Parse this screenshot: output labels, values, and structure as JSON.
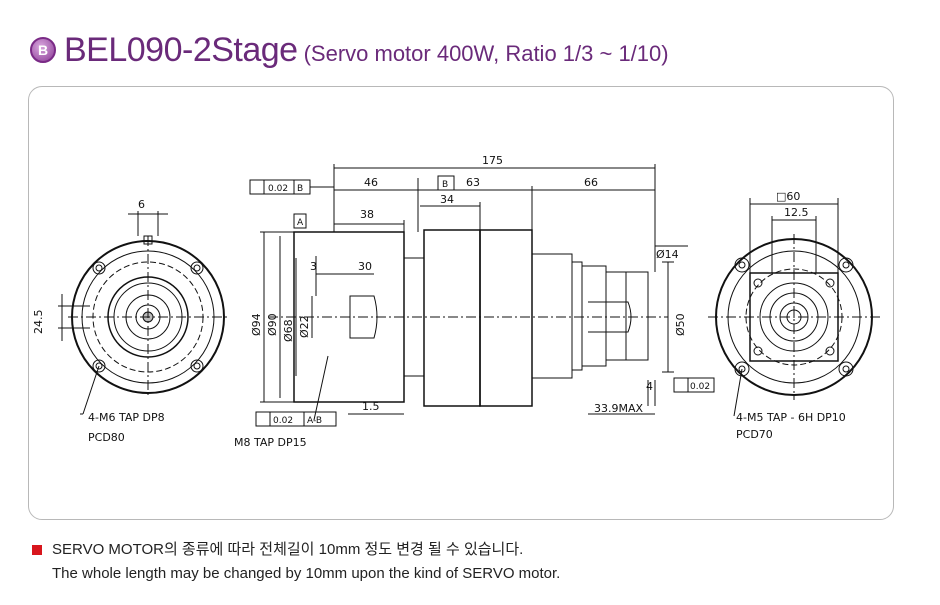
{
  "title": {
    "badge_letter": "B",
    "main": "BEL090-2Stage",
    "sub": "(Servo motor 400W, Ratio 1/3 ~ 1/10)",
    "color": "#6a2a7a"
  },
  "drawing": {
    "left_view": {
      "top_dim": "6",
      "side_dim": "24.5",
      "tap_label": "4-M6 TAP DP8",
      "pcd_label": "PCD80"
    },
    "side_view": {
      "overall_length": "175",
      "dim_46": "46",
      "dim_63": "63",
      "dim_66": "66",
      "dim_38": "38",
      "dim_34": "34",
      "dim_30": "30",
      "dim_3": "3",
      "dim_1_5": "1.5",
      "dia_94": "Ø94",
      "dia_90": "Ø90",
      "dia_68": "Ø68",
      "dia_22": "Ø22",
      "dia_14": "Ø14",
      "dia_50": "Ø50",
      "max_len": "33.9MAX",
      "dim_4": "4",
      "perp_tol_top": "0.02",
      "datum_b": "B",
      "datum_a": "A",
      "runout_tol": "0.02",
      "runout_ref": "A-B",
      "perp_tol_right": "0.02",
      "tap_shaft": "M8 TAP DP15"
    },
    "right_view": {
      "square": "□60",
      "dim_12_5": "12.5",
      "tap_label": "4-M5 TAP - 6H DP10",
      "pcd_label": "PCD70"
    }
  },
  "notes": {
    "korean": "SERVO MOTOR의 종류에 따라 전체길이 10mm 정도 변경 될 수 있습니다.",
    "english": "The whole length may be changed by 10mm upon the kind of SERVO motor.",
    "bullet_color": "#d8161d"
  }
}
